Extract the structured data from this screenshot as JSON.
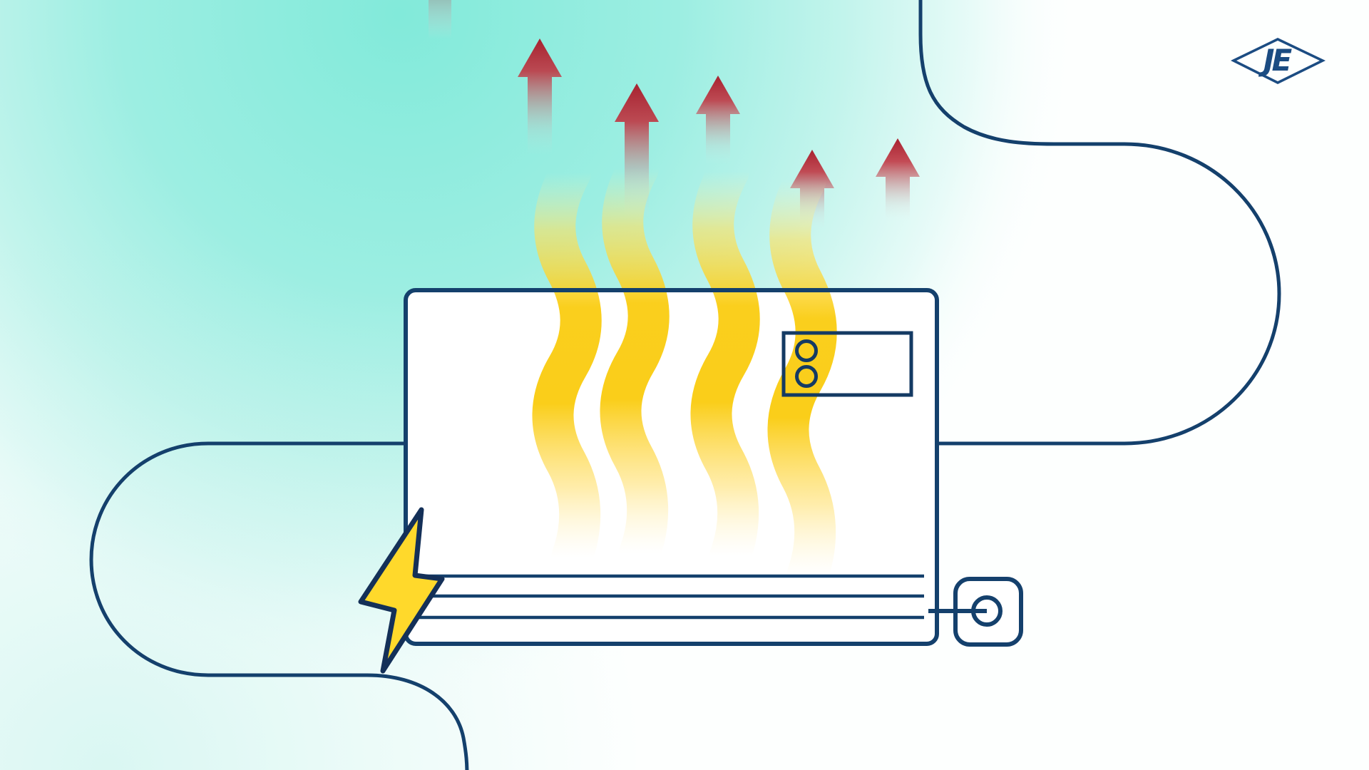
{
  "illustration": {
    "title": "Electric convection heater releasing heat",
    "logo_text": "JE",
    "colors": {
      "navy": "#14406C",
      "navy_dark": "#143058",
      "teal": "#84EADB",
      "wave_yellow": "#FACD14",
      "bolt_yellow": "#FFD92B",
      "arrow_red": "#B3202E",
      "white": "#FFFFFF"
    },
    "heater": {
      "knobs": 2,
      "vent_lines": 3
    },
    "heat_waves": 4,
    "heat_arrows": 5
  }
}
